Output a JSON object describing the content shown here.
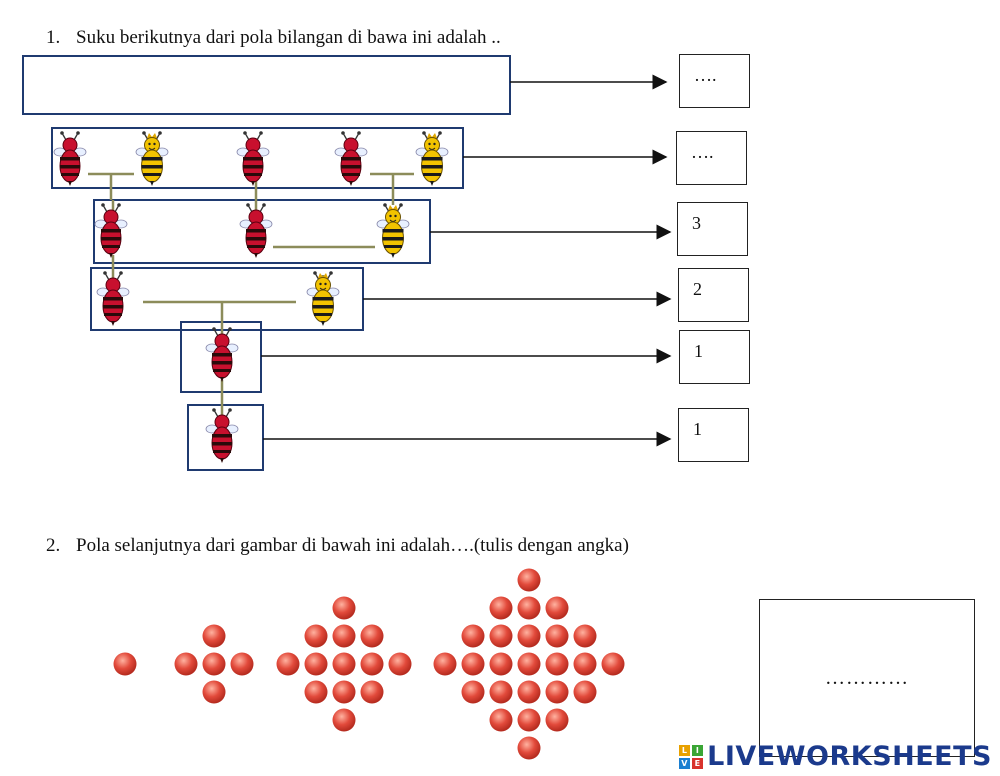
{
  "question1": {
    "number": "1.",
    "text": "Suku berikutnya dari pola bilangan di bawa ini adalah ..",
    "answers": [
      "….",
      "….",
      "3",
      "2",
      "1",
      "1"
    ]
  },
  "question2": {
    "number": "2.",
    "text": "Pola selanjutnya dari gambar di bawah ini adalah….(tulis dengan angka)",
    "answer_placeholder": "…………"
  },
  "logo": {
    "text": "LIVEWORKSHEETS",
    "tiles": [
      "L",
      "I",
      "V",
      "E"
    ]
  },
  "colors": {
    "box_border": "#1f3a70",
    "bee_red": "#c8102e",
    "bee_yellow": "#f2c300",
    "connector": "#8c8c5a",
    "dot": "#e24a3b",
    "logo_blue": "#1b3a8c"
  },
  "icons": [
    "red-bee-icon",
    "yellow-bee-icon",
    "circle-dot-icon",
    "arrow-icon"
  ]
}
